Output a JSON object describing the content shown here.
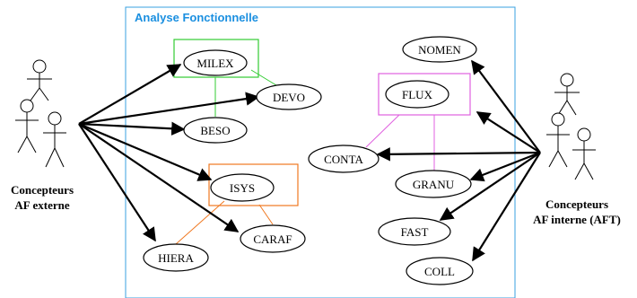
{
  "frame": {
    "title": "Analyse Fonctionnelle",
    "border_color": "#3aa0e0",
    "title_color": "#1a8fe0"
  },
  "actors": {
    "external": {
      "line1": "Concepteurs",
      "line2": "AF externe"
    },
    "internal": {
      "line1": "Concepteurs",
      "line2": "AF interne (AFT)"
    }
  },
  "use_cases": {
    "milex": "MILEX",
    "devo": "DEVO",
    "beso": "BESO",
    "isys": "ISYS",
    "caraf": "CARAF",
    "hiera": "HIERA",
    "nomen": "NOMEN",
    "flux": "FLUX",
    "conta": "CONTA",
    "granu": "GRANU",
    "fast": "FAST",
    "coll": "COLL"
  },
  "colors": {
    "milex_group": "#33cc33",
    "isys_group": "#f07820",
    "flux_group": "#e060e0"
  }
}
